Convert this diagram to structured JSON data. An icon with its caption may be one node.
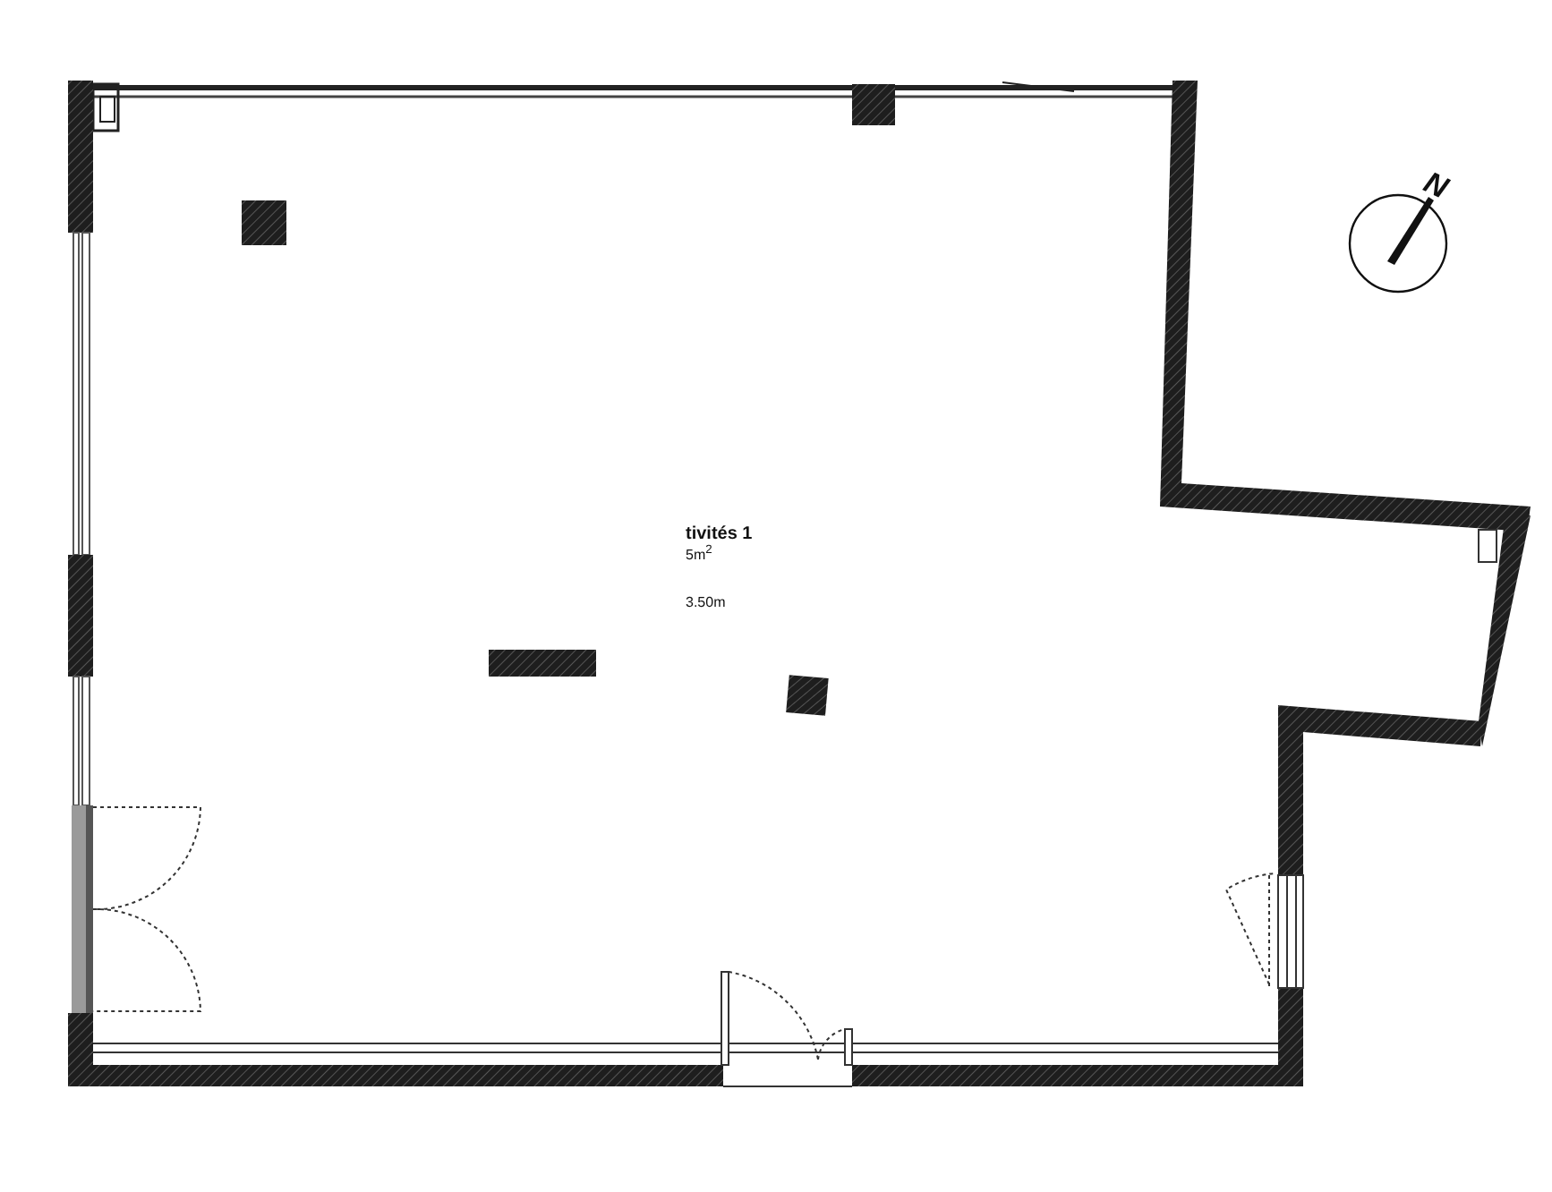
{
  "diagram": {
    "labels": [
      "tivités 1",
      "5m$^{2}$",
      "3.50m",
      "N"
    ]
  }
}
